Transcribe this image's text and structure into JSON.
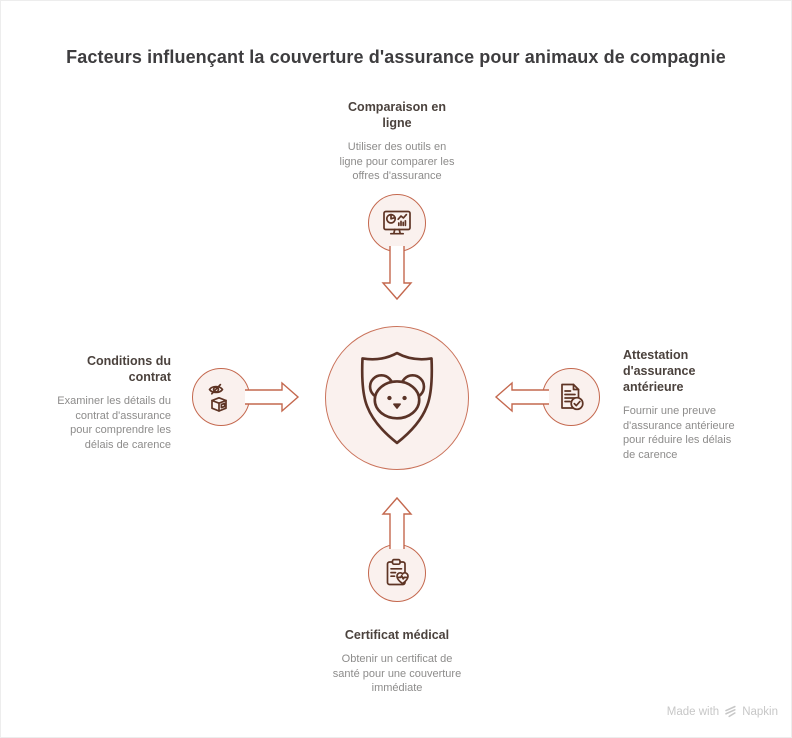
{
  "title": "Facteurs influençant la couverture d'assurance pour animaux de compagnie",
  "center": {
    "icon": "shield-pet-icon"
  },
  "nodes": {
    "top": {
      "title": "Comparaison en ligne",
      "description": "Utiliser des outils en ligne pour comparer les offres d'assurance",
      "icon": "monitor-chart-icon"
    },
    "left": {
      "title": "Conditions du contrat",
      "description": "Examiner les détails du contrat d'assurance pour comprendre les délais de carence",
      "icon": "inspect-box-icon"
    },
    "right": {
      "title": "Attestation d'assurance antérieure",
      "description": "Fournir une preuve d'assurance antérieure pour réduire les délais de carence",
      "icon": "document-check-icon"
    },
    "bottom": {
      "title": "Certificat médical",
      "description": "Obtenir un certificat de santé pour une couverture immédiate",
      "icon": "medical-certificate-icon"
    }
  },
  "watermark": {
    "prefix": "Made with",
    "brand": "Napkin",
    "icon": "napkin-logo-icon"
  },
  "colors": {
    "accent": "#c4684e",
    "circle_fill": "#faf1ee",
    "icon_stroke": "#5e3424",
    "title": "#3e3d3f",
    "node_title": "#4b423d",
    "description": "#8d8c8b",
    "watermark": "#c7c7c7",
    "background": "#ffffff"
  }
}
